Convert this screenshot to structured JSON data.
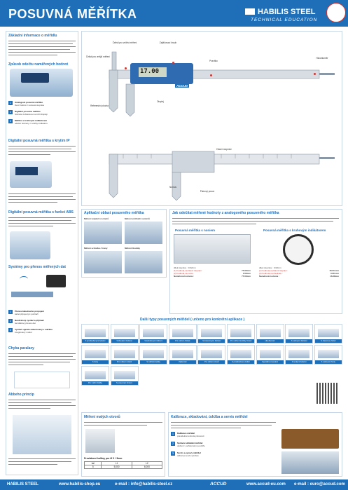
{
  "header": {
    "title": "POSUVNÁ MĚŘÍTKA",
    "brand": "HABILIS STEEL",
    "brand_sub": "TECHNICAL EDUCATION",
    "brand_color": "#1f6fb8"
  },
  "sections": {
    "basic_info": "Základní informace o měřidlu",
    "digital_display": "Způsob odečtu naměřených hodnot",
    "ip": "Digitální posuvná měřítka s krytím IP",
    "abs": "Digitální posuvná měřítka s funkcí ABS",
    "transfer": "Systémy pro přenos měřených dat",
    "errors": "Chyba paralaxy",
    "abbe": "Abbeho princip",
    "usage": "Aplikační oblast posuvného měřítka",
    "reading": "Jak odečítat měřené hodnoty z analogového posuvného měřítka",
    "nonius": "Posuvná měřítka s noniem",
    "dial": "Posuvná měřítka s kruhovým indikátorem",
    "other_types": "Další typy posuvných měřidel ( určeno pro konkrétní aplikace )",
    "units": "Měření malých otvorů",
    "calibration": "Kalibrace, skladování, údržba a servis měřidel"
  },
  "display_modes": [
    {
      "title": "Analogové posuvné měřítko",
      "text": "čtení hodnot z noniové stupnice"
    },
    {
      "title": "Digitální posuvné měřítko",
      "text": "hodnota zobrazena na LCD displeji"
    },
    {
      "title": "Měřítko s kruhovým indikátorem",
      "text": "odečet hodnoty z ručičky indikátoru"
    }
  ],
  "transfer_items": [
    {
      "title": "Přenos kabelového propojení",
      "text": "kabel připojený k počítači"
    },
    {
      "title": "Bezdrátový vysílač a přijímač",
      "text": "bezdrátový přenos dat"
    },
    {
      "title": "Vysílač signálu zabudovaný v měřítku",
      "text": "integrovaný modul"
    }
  ],
  "caliper_labels": {
    "outer_jaws": "Čelisti pro vnější měření",
    "inner_jaws": "Čelisti pro vnitřní měření",
    "lock": "Zajišťovací šroub",
    "beam": "Pravítko",
    "depth": "Hloubkoměr",
    "display": "Displej",
    "reference": "Referenční plocha",
    "main_scale": "Hlavní stupnice",
    "vernier": "Nonius",
    "thumb": "Palcový posuv"
  },
  "lcd_value": "17.00",
  "accud": "ACCUD",
  "usage_items": [
    "Měření vnějších rozměrů",
    "Měření vnitřních rozměrů",
    "Měření schodku / hrany",
    "Měření hloubky"
  ],
  "nonius_values": {
    "dilek": "dílek stupnice : 0.02mm",
    "main": "(1) hodnota na hlavní stupnici :",
    "main_v": "75.00mm",
    "vern": "(2) hodnota na noniu :",
    "vern_v": "0.50mm",
    "total": "Naměřená hodnota :",
    "total_v": "75.50mm"
  },
  "dial_values": {
    "dilek": "dílek stupnice : 0.02mm",
    "main": "(1) hodnota na hlavní stupnici :",
    "main_v": "16.00 mm",
    "vern": "(2) hodnota na číselníku :",
    "vern_v": "0.68 mm",
    "total": "Naměřená hodnota :",
    "total_v": "16.68mm"
  },
  "type_tiles": [
    "S prodlouženými čelistmi",
    "S dlouhými čelistmi",
    "S karbidovými čelistmi",
    "Pro měření drážek",
    "S kotoučovými čelistmi",
    "Pro měření tloušťky trubek",
    "Hloubkoměr",
    "S nožovými čelistmi",
    "S ofsetovou čelistí",
    "S hroty",
    "Pro měření roztečí",
    "S měřicími kolíky",
    "Výškoměr",
    "Pro měření otvorů",
    "S prodlouženou čelistí",
    "Speciální provedení",
    "S tenkými čelistmi",
    "S válcovými hroty",
    "Pro vnitřní drážky",
    "S posuvným hrotem"
  ],
  "calibration_items": [
    {
      "title": "Kalibrace měřidel",
      "text": "pravidelná kontrola přesnosti"
    },
    {
      "title": "Správné ukládání měřidel",
      "text": "uložení v ochranném pouzdře"
    },
    {
      "title": "Servis a opravy měřidel",
      "text": "odborný servis výrobce"
    }
  ],
  "table": {
    "title": "Provlakové kalibry pro Ø 5 ÷ 5mm",
    "head": [
      "kal",
      "L1",
      "L2"
    ],
    "row": [
      "5",
      "5,000",
      "6,000"
    ]
  },
  "footer": {
    "brand": "HABILIS STEEL",
    "web1": "www.habilis-shop.eu",
    "mail1": "e-mail : info@habilis-steel.cz",
    "brand2": "ACCUD",
    "web2": "www.accud-eu.com",
    "mail2": "e-mail : euro@accud.com"
  }
}
